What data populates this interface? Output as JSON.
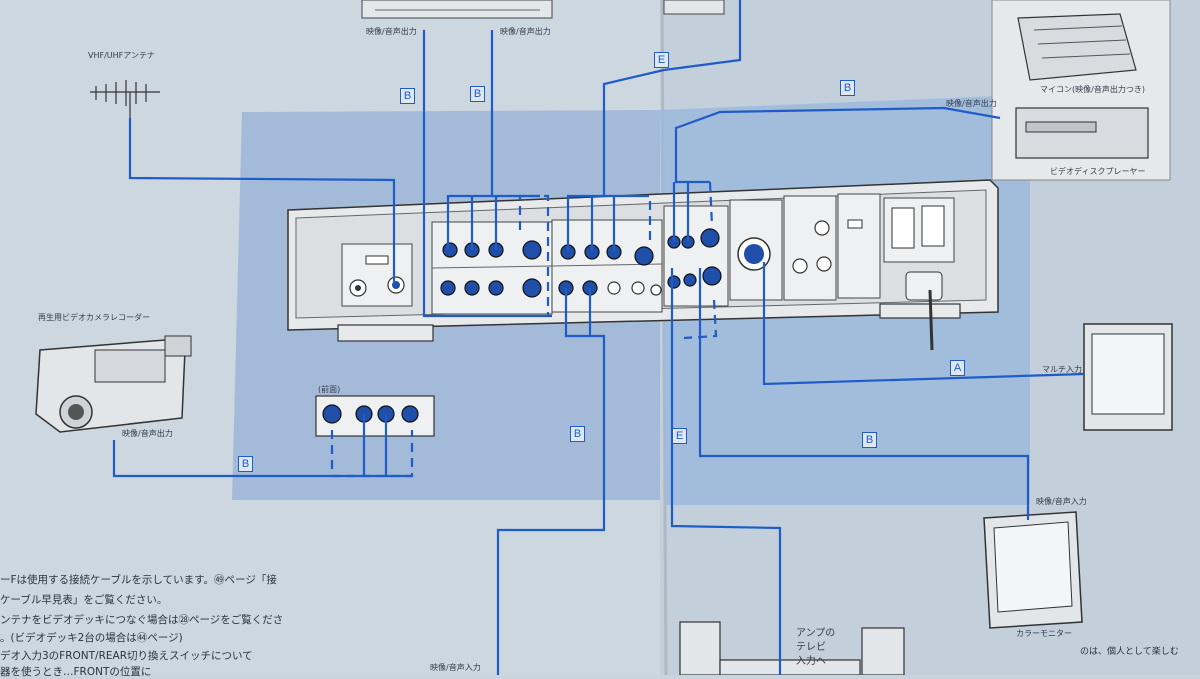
{
  "labels": {
    "antenna": "VHF/UHFアンテナ",
    "src_top_a": "映像/音声出力",
    "src_top_b": "映像/音声出力",
    "camcorder": "再生用ビデオカメラレコーダー",
    "camcorder_out": "映像/音声出力",
    "front_panel": "(前面)",
    "mycon": "マイコン(映像/音声出力つき)",
    "video_disc": "ビデオディスクプレーヤー",
    "right_av_out": "映像/音声出力",
    "multi_in": "マルチ入力",
    "monitor_av_in": "映像/音声入力",
    "color_monitor": "カラーモニター",
    "amp_line1": "アンプの",
    "amp_line2": "テレビ",
    "amp_line3": "入力へ",
    "bottom_av_in": "映像/音声入力"
  },
  "cables": {
    "b1": "B",
    "b2": "B",
    "b3": "B",
    "b4": "B",
    "b5": "B",
    "b6": "B",
    "a1": "A",
    "e1": "E",
    "e2": "E"
  },
  "notes": [
    "ーFは使用する接続ケーブルを示しています。㊾ページ「接",
    "ケーブル早見表」をご覧ください。",
    "ンテナをビデオデッキにつなぐ場合は㉘ページをご覧くださ",
    "。(ビデオデッキ2台の場合は㊹ページ)",
    "デオ入力3のFRONT/REAR切り換えスイッチについて",
    "器を使うとき…FRONTの位置に"
  ],
  "page_fragment": "のは、個人として楽しむ",
  "colors": {
    "paper": "#c9d4de",
    "highlight": "#9fb7d8",
    "cable": "#1f5cc8",
    "deck": "#e6e8ea",
    "jack": "#1f4fa8"
  }
}
